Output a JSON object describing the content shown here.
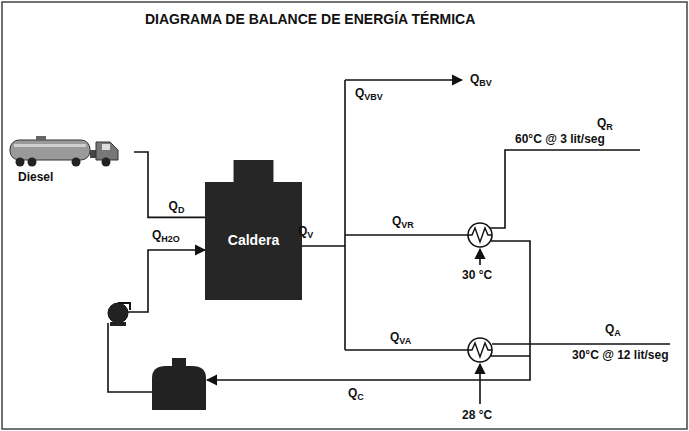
{
  "diagram": {
    "title": "DIAGRAMA DE BALANCE DE ENERGÍA TÉRMICA",
    "nodes": [
      {
        "text": [
          "Diesel"
        ]
      },
      {
        "text": [
          "Caldera"
        ]
      }
    ],
    "edges": [
      {
        "from": 0,
        "to": 1,
        "label": "QD",
        "arrow": "none"
      }
    ],
    "labels": [
      "QH2O",
      "QV",
      "QVBV",
      "QBV",
      "QVR",
      "QR",
      "60°C @ 3 lit/seg",
      "30 °C",
      "QVA",
      "QA",
      "30°C @ 12 lit/seg",
      "28 °C",
      "QC"
    ]
  }
}
